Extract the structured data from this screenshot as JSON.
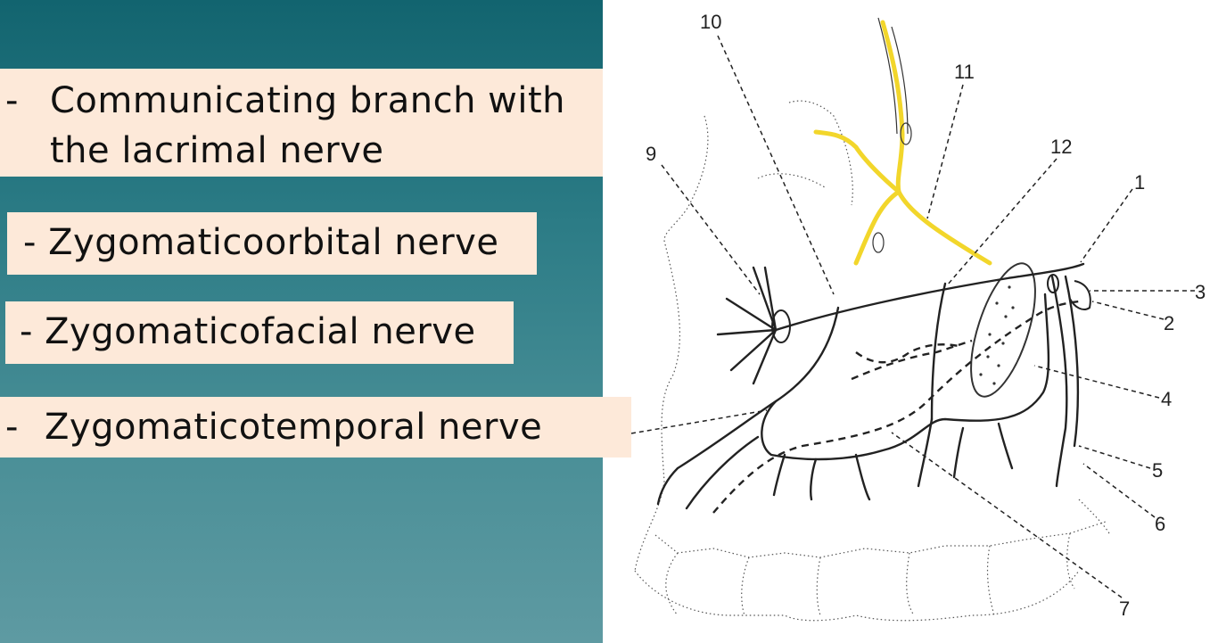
{
  "labels": [
    {
      "dash": "-",
      "text": "Communicating branch with the lacrimal nerve"
    },
    {
      "text": "- Zygomaticoorbital nerve"
    },
    {
      "text": "- Zygomaticofacial nerve"
    },
    {
      "dash": "-",
      "text": "Zygomaticotemporal nerve"
    }
  ],
  "callouts": [
    "1",
    "2",
    "3",
    "4",
    "5",
    "6",
    "7",
    "9",
    "10",
    "11",
    "12"
  ],
  "colors": {
    "panel_top": "#12646f",
    "panel_bottom": "#5e9aa2",
    "label_bg": "#fde9d9",
    "highlight_nerve": "#f2d62b"
  }
}
